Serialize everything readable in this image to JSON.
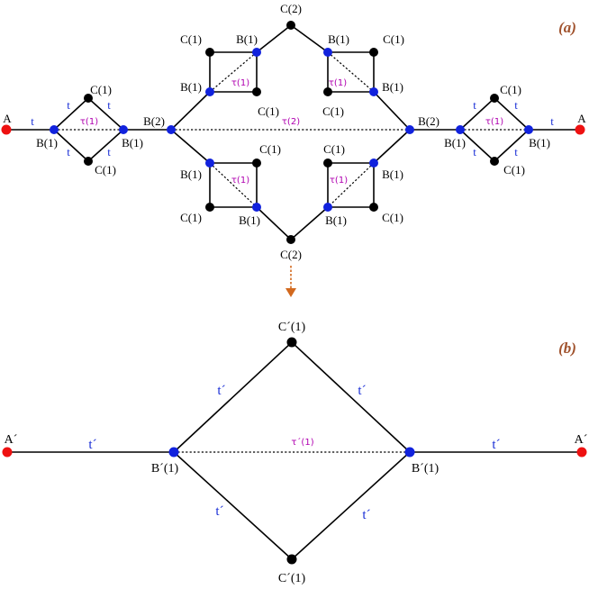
{
  "colors": {
    "site_a": "#ee1111",
    "site_b": "#1122dd",
    "site_c": "#000000",
    "hopping_label": "#1a2fd6",
    "tau_label": "#b000b0",
    "panel_label": "#a0522d",
    "arrow": "#d2691e"
  },
  "panel_a": {
    "panel_label": "(a)",
    "site_a_label": "A",
    "site_b1_label": "B(1)",
    "site_b2_label": "B(2)",
    "site_c1_label": "C(1)",
    "site_c2_label": "C(2)",
    "hopping_label": "t",
    "tau1_label": "τ(1)",
    "tau2_label": "τ(2)"
  },
  "panel_b": {
    "panel_label": "(b)",
    "site_a_label": "A´",
    "site_b_label": "B´(1)",
    "site_c_label": "C´(1)",
    "hopping_label": "t´",
    "tau_label": "τ´(1)"
  }
}
